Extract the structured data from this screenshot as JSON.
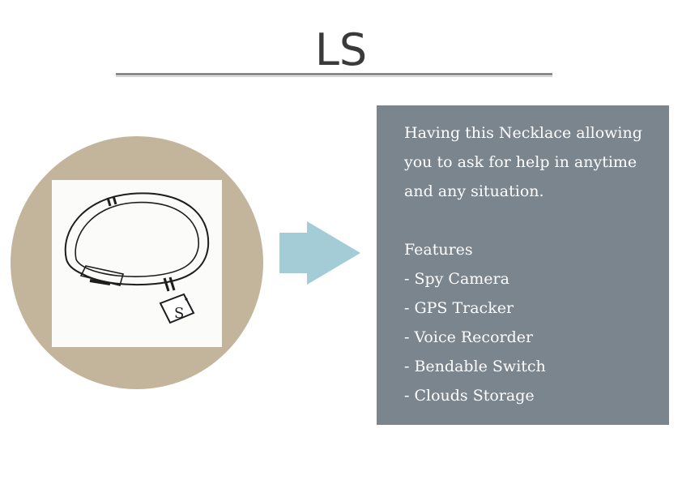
{
  "slide": {
    "title": "LS"
  },
  "illustration": {
    "pendant_letter": "S"
  },
  "panel": {
    "description": "Having this Necklace allowing you to ask for help in anytime and any situation.",
    "features_heading": "Features",
    "features": [
      "- Spy Camera",
      "- GPS Tracker",
      "- Voice Recorder",
      "- Bendable Switch",
      "- Clouds Storage"
    ]
  },
  "colors": {
    "circle": "#c2b59b",
    "arrow": "#a3ccd6",
    "panel": "#7b858e",
    "title_text": "#3a3a3a",
    "panel_text": "#ffffff"
  }
}
